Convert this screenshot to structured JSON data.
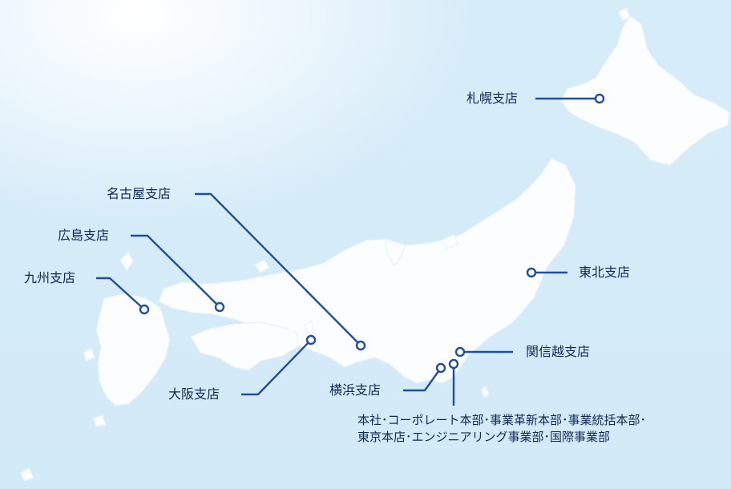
{
  "offices": {
    "sapporo": "札幌支店",
    "tohoku": "東北支店",
    "kanshinetsu": "関信越支店",
    "yokohama": "横浜支店",
    "nagoya": "名古屋支店",
    "osaka": "大阪支店",
    "hiroshima": "広島支店",
    "kyushu": "九州支店",
    "headquarters": {
      "line1": "本社･コーポレート本部･事業革新本部･事業統括本部･",
      "line2": "東京本店･エンジニアリング事業部･国際事業部"
    }
  },
  "colors": {
    "sea": "#d7ecf9",
    "land": "#fbfdff",
    "accent": "#1f4f9a",
    "text": "#0f2a55"
  }
}
